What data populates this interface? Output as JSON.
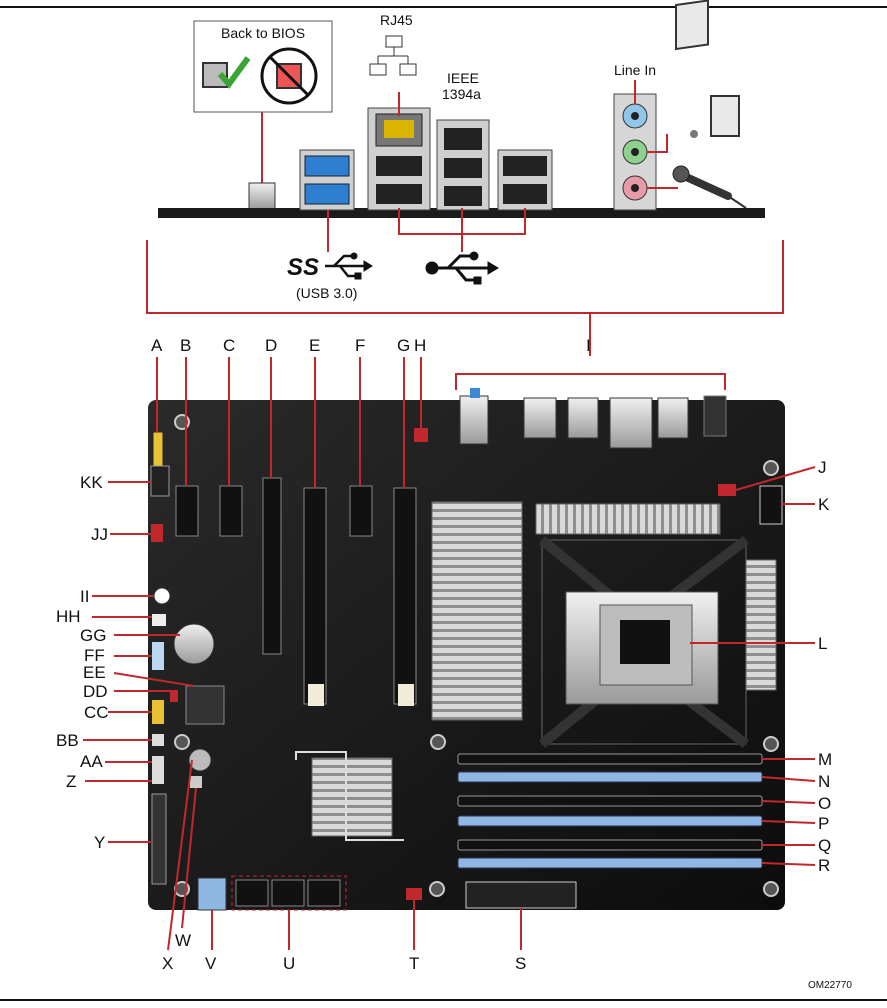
{
  "back_to_bios": "Back to BIOS",
  "rj45": "RJ45",
  "ieee_line1": "IEEE",
  "ieee_line2": "1394a",
  "line_in": "Line In",
  "ss_logo": "SS",
  "usb30": "(USB 3.0)",
  "figure_id": "OM22770",
  "callouts": {
    "A": "A",
    "B": "B",
    "C": "C",
    "D": "D",
    "E": "E",
    "F": "F",
    "G": "G",
    "H": "H",
    "I": "I",
    "J": "J",
    "K": "K",
    "L": "L",
    "M": "M",
    "N": "N",
    "O": "O",
    "P": "P",
    "Q": "Q",
    "R": "R",
    "S": "S",
    "T": "T",
    "U": "U",
    "V": "V",
    "W": "W",
    "X": "X",
    "Y": "Y",
    "Z": "Z",
    "AA": "AA",
    "BB": "BB",
    "CC": "CC",
    "DD": "DD",
    "EE": "EE",
    "FF": "FF",
    "GG": "GG",
    "HH": "HH",
    "II": "II",
    "JJ": "JJ",
    "KK": "KK"
  },
  "colors": {
    "board": "#151515",
    "accent_red": "#c0282d",
    "dimm_blue": "#8fb7e3",
    "usb3_blue": "#2f7fd1"
  }
}
